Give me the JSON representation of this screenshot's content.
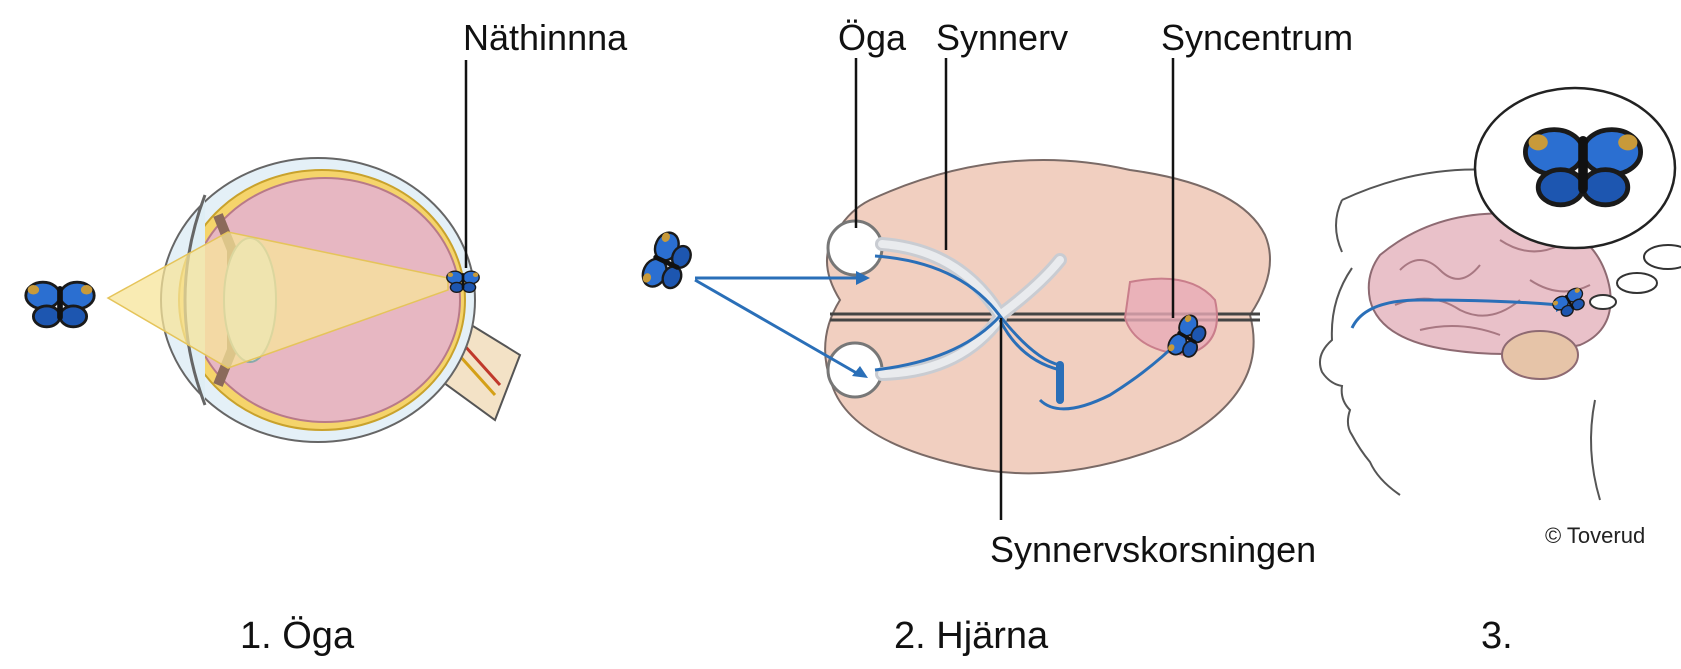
{
  "labels": {
    "retina": "Näthinnna",
    "eye": "Öga",
    "optic_nerve": "Synnerv",
    "visual_center": "Syncentrum",
    "optic_chiasm": "Synnervskorsningen"
  },
  "captions": {
    "panel1": "1. Öga",
    "panel2": "2. Hjärna",
    "panel3": "3."
  },
  "copyright": "© Toverud",
  "colors": {
    "pathway": "#2a6fb8",
    "eyeball": "#e7b7c2",
    "brain": "#f1cfc0",
    "light_cone": "#f7e49a"
  }
}
